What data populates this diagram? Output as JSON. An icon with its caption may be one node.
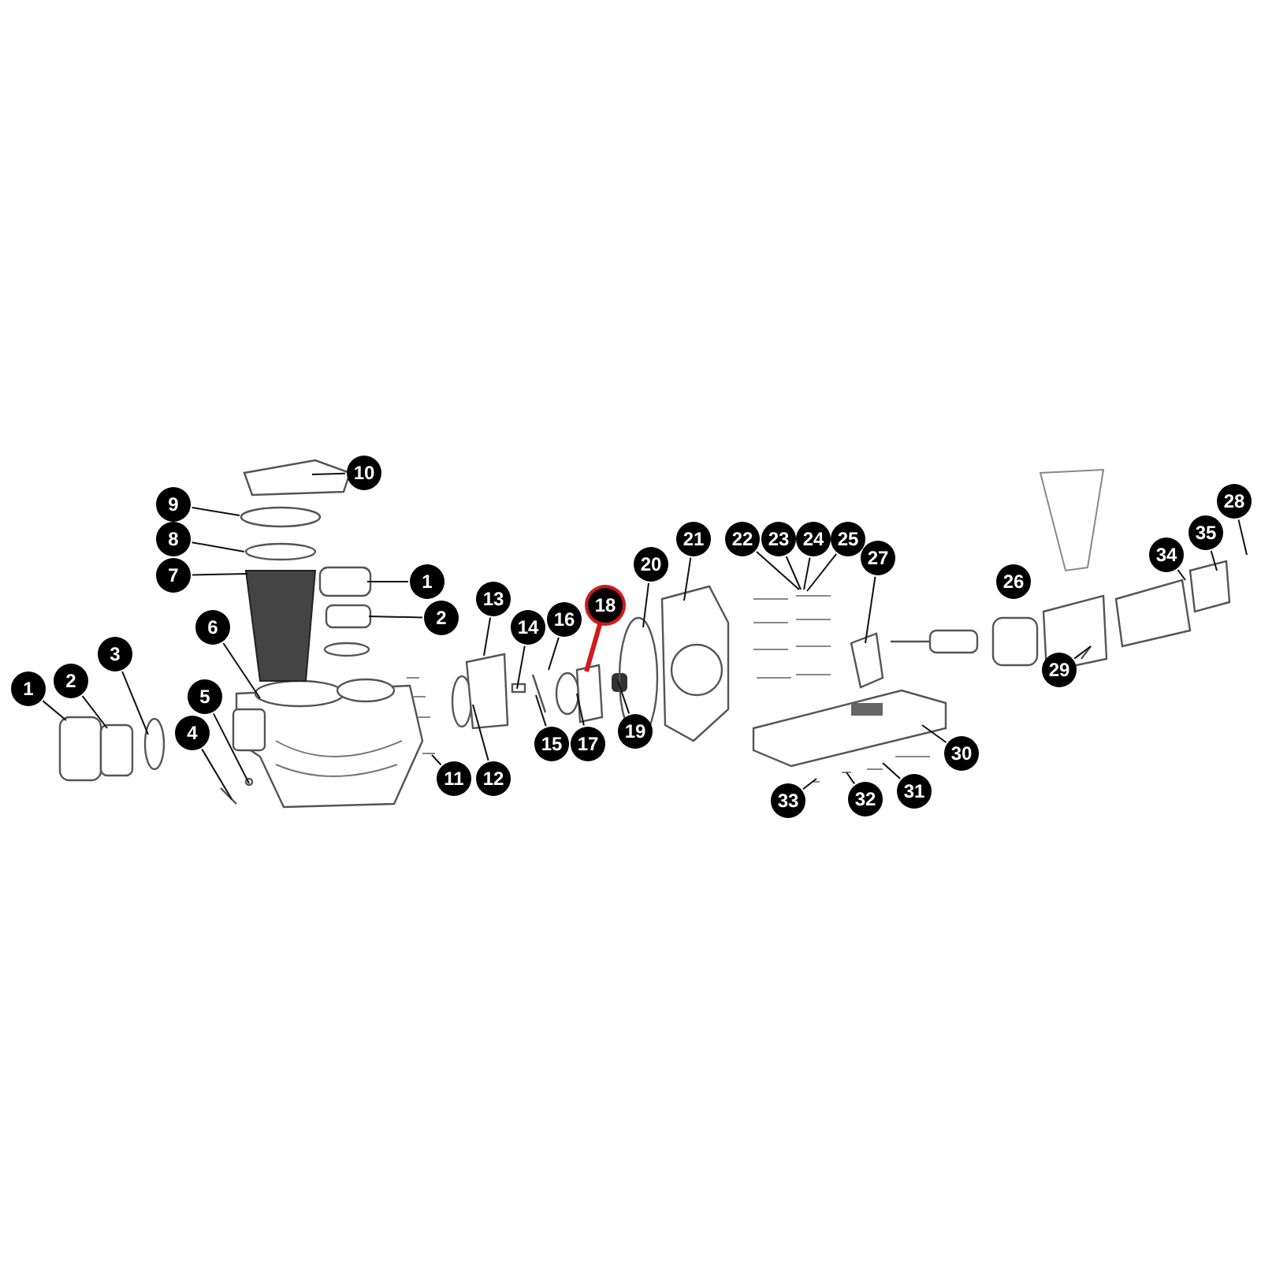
{
  "diagram": {
    "nodes": [
      {
        "text": [
          "1"
        ]
      },
      {
        "text": [
          "2"
        ]
      },
      {
        "text": [
          "3"
        ]
      },
      {
        "text": [
          "4"
        ]
      },
      {
        "text": [
          "5"
        ]
      },
      {
        "text": [
          "6"
        ]
      },
      {
        "text": [
          "7"
        ]
      },
      {
        "text": [
          "8"
        ]
      },
      {
        "text": [
          "9"
        ]
      },
      {
        "text": [
          "10"
        ]
      },
      {
        "text": [
          "1"
        ]
      },
      {
        "text": [
          "2"
        ]
      },
      {
        "text": [
          "11"
        ]
      },
      {
        "text": [
          "12"
        ]
      },
      {
        "text": [
          "13"
        ]
      },
      {
        "text": [
          "14"
        ]
      },
      {
        "text": [
          "15"
        ]
      },
      {
        "text": [
          "16"
        ]
      },
      {
        "text": [
          "17"
        ]
      },
      {
        "text": [
          "18"
        ]
      },
      {
        "text": [
          "19"
        ]
      },
      {
        "text": [
          "20"
        ]
      },
      {
        "text": [
          "21"
        ]
      },
      {
        "text": [
          "22"
        ]
      },
      {
        "text": [
          "23"
        ]
      },
      {
        "text": [
          "24"
        ]
      },
      {
        "text": [
          "25"
        ]
      },
      {
        "text": [
          "27"
        ]
      },
      {
        "text": [
          "28"
        ]
      },
      {
        "text": [
          "35"
        ]
      },
      {
        "text": [
          "34"
        ]
      },
      {
        "text": [
          "29"
        ]
      },
      {
        "text": [
          "30"
        ]
      },
      {
        "text": [
          "31"
        ]
      },
      {
        "text": [
          "32"
        ]
      },
      {
        "text": [
          "33"
        ]
      },
      {
        "text": [
          "26"
        ]
      }
    ],
    "edges": [
      {
        "from": 0,
        "to": null,
        "arrow": "none"
      },
      {
        "from": 1,
        "to": null,
        "arrow": "none"
      },
      {
        "from": 2,
        "to": null,
        "arrow": "none"
      },
      {
        "from": 3,
        "to": null,
        "arrow": "none"
      },
      {
        "from": 4,
        "to": null,
        "arrow": "none"
      },
      {
        "from": 5,
        "to": null,
        "arrow": "none"
      },
      {
        "from": 6,
        "to": null,
        "arrow": "none"
      },
      {
        "from": 7,
        "to": null,
        "arrow": "none"
      },
      {
        "from": 8,
        "to": null,
        "arrow": "none"
      },
      {
        "from": 9,
        "to": null,
        "arrow": "none"
      },
      {
        "from": 10,
        "to": null,
        "arrow": "none"
      },
      {
        "from": 11,
        "to": null,
        "arrow": "none"
      },
      {
        "from": 12,
        "to": null,
        "arrow": "none"
      },
      {
        "from": 13,
        "to": null,
        "arrow": "none"
      },
      {
        "from": 14,
        "to": null,
        "arrow": "none"
      },
      {
        "from": 15,
        "to": null,
        "arrow": "none"
      },
      {
        "from": 16,
        "to": null,
        "arrow": "none"
      },
      {
        "from": 17,
        "to": null,
        "arrow": "none"
      },
      {
        "from": 18,
        "to": null,
        "arrow": "none"
      },
      {
        "from": 19,
        "to": null,
        "arrow": "none",
        "style": "thick",
        "color": "#d11a1a"
      },
      {
        "from": 20,
        "to": null,
        "arrow": "none"
      },
      {
        "from": 21,
        "to": null,
        "arrow": "none"
      },
      {
        "from": 22,
        "to": null,
        "arrow": "none"
      },
      {
        "from": 23,
        "to": null,
        "arrow": "none"
      },
      {
        "from": 24,
        "to": null,
        "arrow": "none"
      },
      {
        "from": 25,
        "to": null,
        "arrow": "none"
      },
      {
        "from": 26,
        "to": null,
        "arrow": "none"
      },
      {
        "from": 27,
        "to": null,
        "arrow": "none"
      },
      {
        "from": 28,
        "to": null,
        "arrow": "none"
      },
      {
        "from": 29,
        "to": null,
        "arrow": "none"
      },
      {
        "from": 30,
        "to": null,
        "arrow": "none"
      },
      {
        "from": 31,
        "to": null,
        "arrow": "none"
      },
      {
        "from": 32,
        "to": null,
        "arrow": "none"
      },
      {
        "from": 33,
        "to": null,
        "arrow": "none"
      },
      {
        "from": 34,
        "to": null,
        "arrow": "none"
      },
      {
        "from": 35,
        "to": null,
        "arrow": "none"
      }
    ]
  }
}
